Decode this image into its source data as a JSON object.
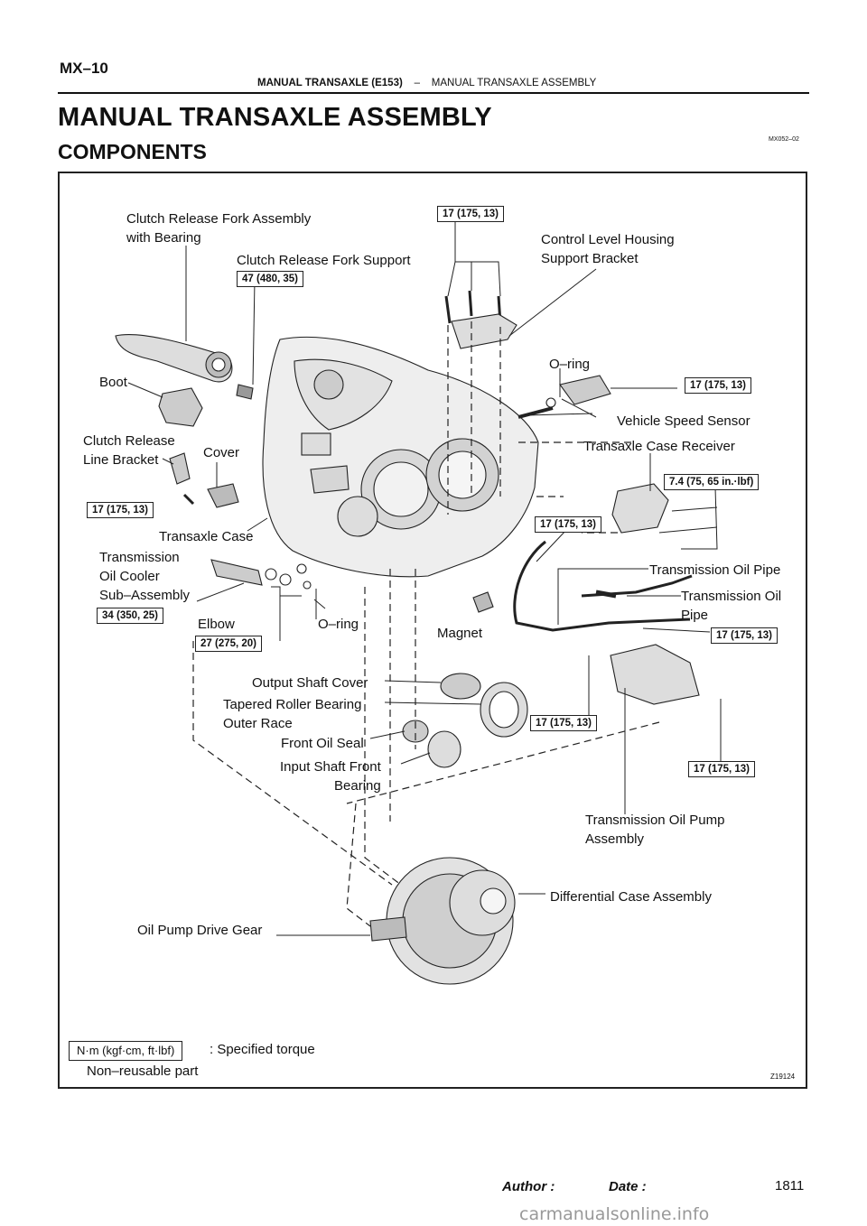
{
  "header": {
    "section_code": "MX–10",
    "chapter": "MANUAL TRANSAXLE (E153)",
    "separator": "–",
    "section": "MANUAL TRANSAXLE ASSEMBLY"
  },
  "title": "MANUAL TRANSAXLE ASSEMBLY",
  "subtitle": "COMPONENTS",
  "diagram_code": "MX052–02",
  "figure_id": "Z19124",
  "labels": {
    "clutch_fork": "Clutch Release Fork Assembly\nwith Bearing",
    "fork_support": "Clutch Release Fork Support",
    "control_housing": "Control Level Housing\nSupport Bracket",
    "boot": "Boot",
    "oring_top": "O–ring",
    "vss": "Vehicle Speed Sensor",
    "line_bracket": "Clutch Release\nLine Bracket",
    "cover": "Cover",
    "case_receiver": "Transaxle Case Receiver",
    "transaxle_case": "Transaxle Case",
    "oil_cooler": "Transmission\nOil Cooler\nSub–Assembly",
    "oil_pipe_1": "Transmission Oil Pipe",
    "oil_pipe_2": "Transmission Oil\nPipe",
    "elbow": "Elbow",
    "oring_mid": "O–ring",
    "magnet": "Magnet",
    "output_cover": "Output Shaft Cover",
    "tapered_bearing": "Tapered Roller Bearing\nOuter Race",
    "front_seal": "Front Oil Seal",
    "input_bearing": "Input Shaft Front\nBearing",
    "oil_pump": "Transmission Oil Pump\nAssembly",
    "diff_case": "Differential Case Assembly",
    "pump_drive": "Oil Pump Drive Gear"
  },
  "torques": {
    "t_top": "17 (175, 13)",
    "t_fork": "47 (480, 35)",
    "t_vss": "17 (175, 13)",
    "t_bracket": "17 (175, 13)",
    "t_receiver": "7.4 (75, 65 in.·lbf)",
    "t_pipe_upper": "17 (175, 13)",
    "t_cooler": "34 (350, 25)",
    "t_elbow": "27 (275, 20)",
    "t_pipe2": "17 (175, 13)",
    "t_center": "17 (175, 13)",
    "t_pump": "17 (175, 13)"
  },
  "legend": {
    "unit_box": "N·m (kgf·cm, ft·lbf)",
    "unit_text": ": Specified torque",
    "non_reusable": "Non–reusable part"
  },
  "footer": {
    "author": "Author :",
    "date": "Date :",
    "page": "1811"
  },
  "watermark": "carmanualsonline.info"
}
